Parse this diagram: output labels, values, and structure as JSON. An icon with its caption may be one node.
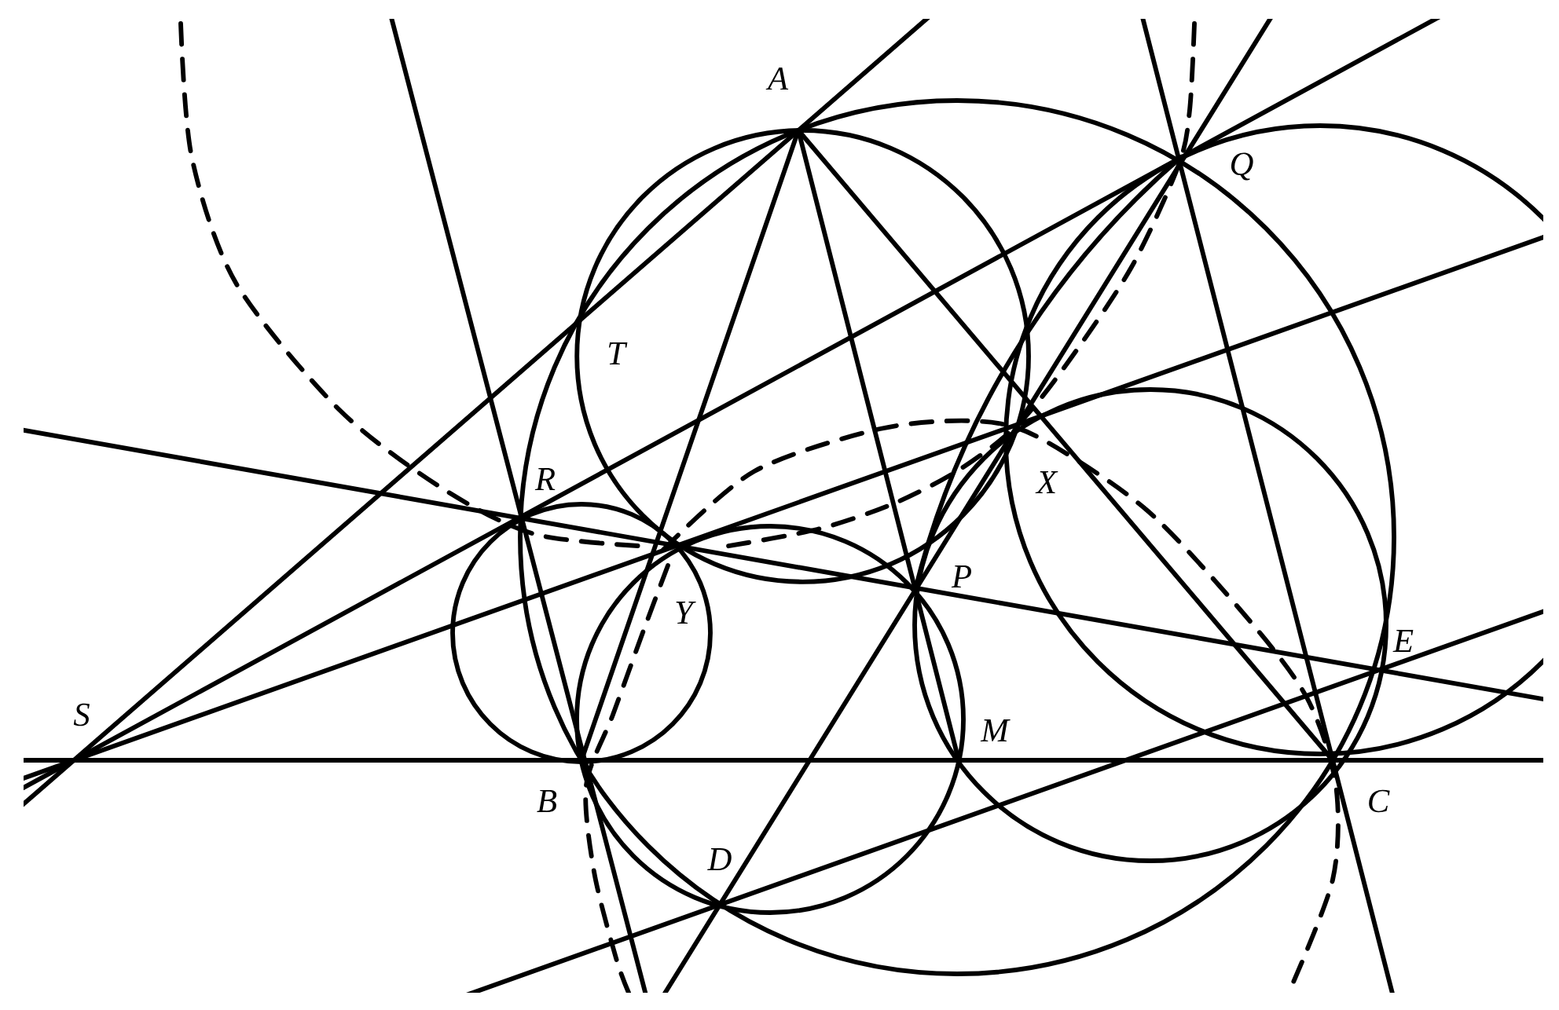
{
  "diagram": {
    "labels": [
      "A",
      "Q",
      "T",
      "R",
      "X",
      "Y",
      "P",
      "E",
      "S",
      "M",
      "B",
      "C",
      "D"
    ]
  }
}
